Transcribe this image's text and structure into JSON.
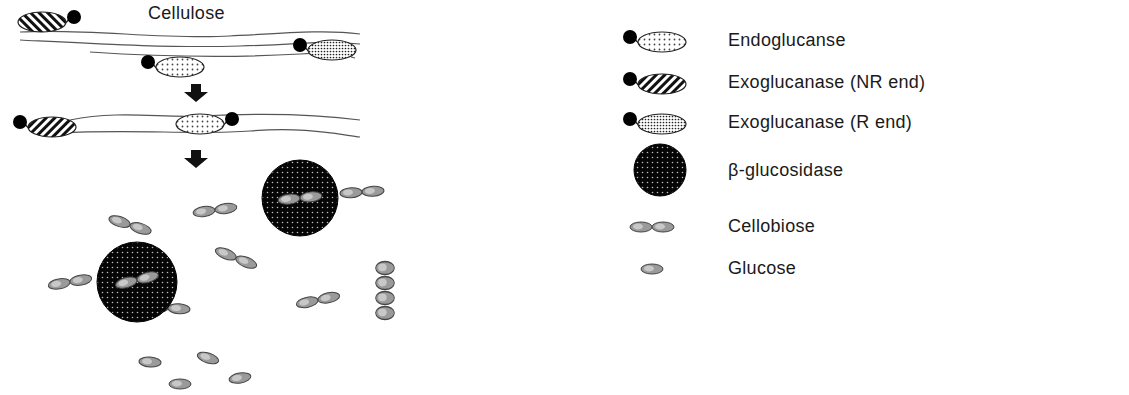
{
  "diagram": {
    "labels": [
      "Cellulose"
    ],
    "legend": [
      {
        "text": "Endoglucanse"
      },
      {
        "text": "Exoglucanase (NR end)"
      },
      {
        "text": "Exoglucanase (R end)"
      },
      {
        "text": "β-glucosidase"
      },
      {
        "text": "Cellobiose"
      },
      {
        "text": "Glucose"
      }
    ]
  }
}
